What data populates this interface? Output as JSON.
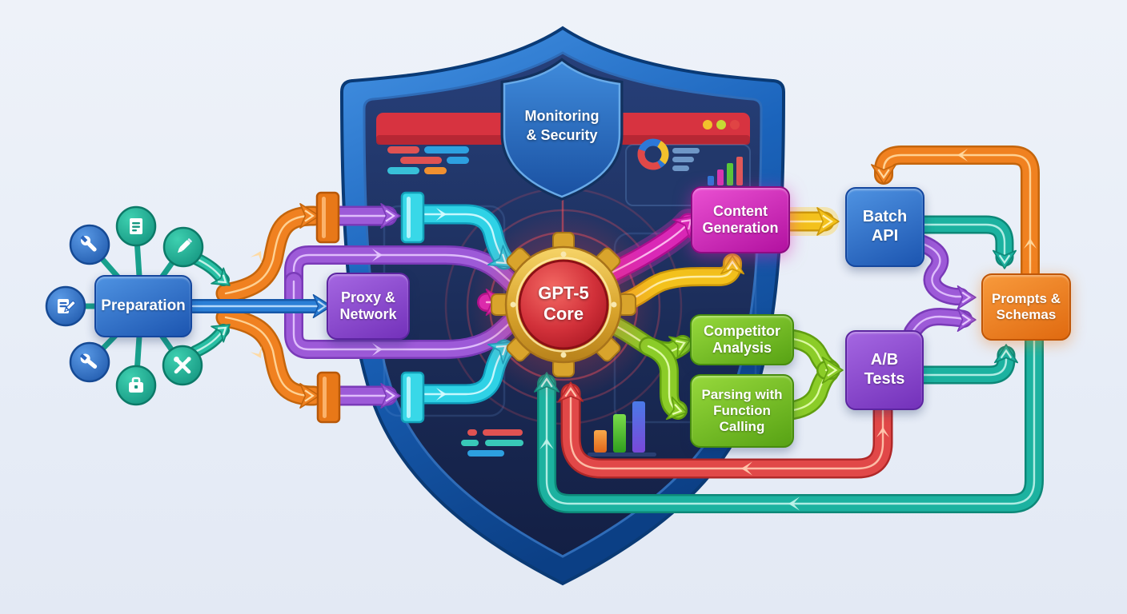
{
  "title": "GPT-5 pipeline security infographic",
  "nodes": {
    "preparation": {
      "label": "Preparation",
      "color": "#2b6fd0"
    },
    "proxy_network": {
      "label": "Proxy & Network",
      "color": "#8a4ec8"
    },
    "monitoring_security": {
      "line1": "Monitoring",
      "line2": "& Security",
      "color": "#2b7cd0"
    },
    "gpt5_core": {
      "line1": "GPT-5",
      "line2": "Core",
      "color": "#d42b35"
    },
    "content_generation": {
      "label": "Content Generation",
      "color": "#cc22aa"
    },
    "batch_api": {
      "label": "Batch API",
      "color": "#1f6fd0"
    },
    "competitor_analysis": {
      "label": "Competitor Analysis",
      "color": "#6db52a"
    },
    "parsing_function_calling": {
      "label": "Parsing with Function Calling",
      "color": "#6db52a"
    },
    "ab_tests": {
      "label": "A/B Tests",
      "color": "#8a42cc"
    },
    "prompts_schemas": {
      "label": "Prompts & Schemas",
      "color": "#ec7d1c"
    }
  },
  "preparation_icons": [
    {
      "name": "wrench-icon",
      "style": "blue"
    },
    {
      "name": "document-icon",
      "style": "teal"
    },
    {
      "name": "pencil-icon",
      "style": "teal"
    },
    {
      "name": "edit-note-icon",
      "style": "blue"
    },
    {
      "name": "wrench-icon",
      "style": "blue"
    },
    {
      "name": "briefcase-icon",
      "style": "teal"
    },
    {
      "name": "tools-icon",
      "style": "teal"
    }
  ],
  "edges": [
    {
      "from": "preparation",
      "to": "proxy_network",
      "color": "blue"
    },
    {
      "from": "preparation",
      "to": "gpt5_core",
      "via": "top pipeline",
      "color": "orange-violet-cyan"
    },
    {
      "from": "preparation",
      "to": "gpt5_core",
      "via": "bottom pipeline",
      "color": "orange-violet-cyan"
    },
    {
      "from": "proxy_network",
      "to": "gpt5_core",
      "color": "magenta"
    },
    {
      "from": "gpt5_core",
      "to": "content_generation",
      "color": "magenta"
    },
    {
      "from": "gpt5_core",
      "to": "content_generation",
      "color": "yellow"
    },
    {
      "from": "content_generation",
      "to": "batch_api",
      "color": "yellow"
    },
    {
      "from": "gpt5_core",
      "to": "competitor_analysis",
      "color": "green"
    },
    {
      "from": "gpt5_core",
      "to": "parsing_function_calling",
      "color": "green"
    },
    {
      "from": "competitor_analysis",
      "to": "ab_tests",
      "color": "green"
    },
    {
      "from": "parsing_function_calling",
      "to": "ab_tests",
      "color": "green"
    },
    {
      "from": "batch_api",
      "to": "prompts_schemas",
      "color": "teal"
    },
    {
      "from": "batch_api",
      "to": "prompts_schemas",
      "color": "violet"
    },
    {
      "from": "ab_tests",
      "to": "prompts_schemas",
      "color": "violet"
    },
    {
      "from": "ab_tests",
      "to": "prompts_schemas",
      "color": "teal"
    },
    {
      "from": "prompts_schemas",
      "to": "batch_api",
      "color": "orange"
    },
    {
      "from": "prompts_schemas",
      "to": "gpt5_core",
      "color": "teal"
    },
    {
      "from": "ab_tests",
      "to": "gpt5_core",
      "color": "red"
    }
  ],
  "palette": {
    "orange": {
      "m": "#f08120",
      "d": "#c4650c",
      "l": "#ffd9a0"
    },
    "violet": {
      "m": "#9d5ad8",
      "d": "#7a3ab8",
      "l": "#e6c8ff"
    },
    "cyan": {
      "m": "#2fd2e6",
      "d": "#11a2c0",
      "l": "#d6fbff"
    },
    "teal": {
      "m": "#1cb2a0",
      "d": "#0d8878",
      "l": "#c0f2ea"
    },
    "tealArrow": {
      "m": "#28bfa4",
      "d": "#108a74",
      "l": "#d0f6ee"
    },
    "blue": {
      "m": "#2b7fd6",
      "d": "#1758a8",
      "l": "#c2e2ff"
    },
    "magenta": {
      "m": "#da28b6",
      "d": "#ad0e8e",
      "l": "#ffc6f4"
    },
    "yellow": {
      "m": "#f3c11c",
      "d": "#cc980a",
      "l": "#fff2b4"
    },
    "green": {
      "m": "#8bcc28",
      "d": "#619f10",
      "l": "#e6ffb0"
    },
    "red": {
      "m": "#e14848",
      "d": "#b02828",
      "l": "#ffc9b0"
    },
    "shield_outer": "#1b64bc",
    "shield_inner": "#18284f",
    "band_red": "#d73340",
    "core_red": "#d2313a",
    "core_gold": "#d9a42c"
  }
}
